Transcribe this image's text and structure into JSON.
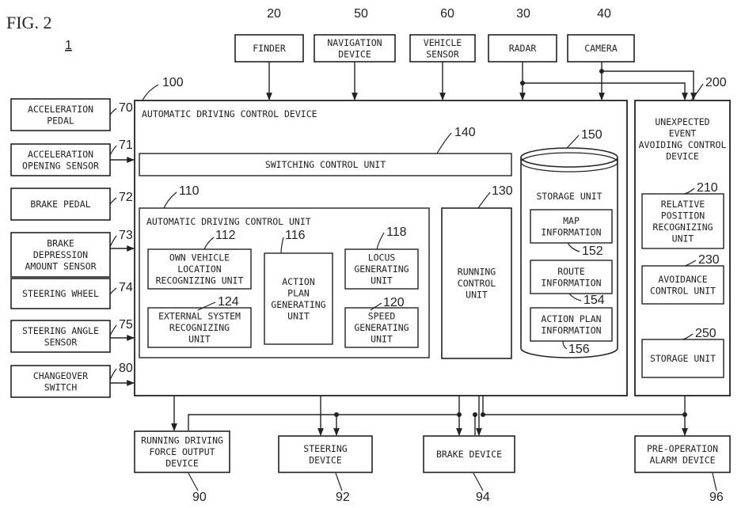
{
  "figure": {
    "title": "FIG. 2",
    "system_ref": "1"
  },
  "blocks": {
    "finder": {
      "label": [
        "FINDER"
      ],
      "ref": "20"
    },
    "navigation_device": {
      "label": [
        "NAVIGATION",
        "DEVICE"
      ],
      "ref": "50"
    },
    "vehicle_sensor": {
      "label": [
        "VEHICLE",
        "SENSOR"
      ],
      "ref": "60"
    },
    "radar": {
      "label": [
        "RADAR"
      ],
      "ref": "30"
    },
    "camera": {
      "label": [
        "CAMERA"
      ],
      "ref": "40"
    },
    "acceleration_pedal": {
      "label": [
        "ACCELERATION",
        "PEDAL"
      ],
      "ref": "70"
    },
    "acceleration_opening_sensor": {
      "label": [
        "ACCELERATION",
        "OPENING SENSOR"
      ],
      "ref": "71"
    },
    "brake_pedal": {
      "label": [
        "BRAKE PEDAL"
      ],
      "ref": "72"
    },
    "brake_depression_sensor": {
      "label": [
        "BRAKE",
        "DEPRESSION",
        "AMOUNT SENSOR"
      ],
      "ref": "73"
    },
    "steering_wheel": {
      "label": [
        "STEERING WHEEL"
      ],
      "ref": "74"
    },
    "steering_angle_sensor": {
      "label": [
        "STEERING ANGLE",
        "SENSOR"
      ],
      "ref": "75"
    },
    "changeover_switch": {
      "label": [
        "CHANGEOVER",
        "SWITCH"
      ],
      "ref": "80"
    },
    "automatic_driving_control_device": {
      "label": [
        "AUTOMATIC DRIVING CONTROL DEVICE"
      ],
      "ref": "100"
    },
    "switching_control_unit": {
      "label": [
        "SWITCHING CONTROL UNIT"
      ],
      "ref": "140"
    },
    "automatic_driving_control_unit": {
      "label": [
        "AUTOMATIC DRIVING CONTROL UNIT"
      ],
      "ref": "110"
    },
    "own_vehicle_location": {
      "label": [
        "OWN VEHICLE",
        "LOCATION",
        "RECOGNIZING UNIT"
      ],
      "ref": "112"
    },
    "external_system": {
      "label": [
        "EXTERNAL SYSTEM",
        "RECOGNIZING",
        "UNIT"
      ],
      "ref": "124"
    },
    "action_plan_generating": {
      "label": [
        "ACTION",
        "PLAN",
        "GENERATING",
        "UNIT"
      ],
      "ref": "116"
    },
    "locus_generating": {
      "label": [
        "LOCUS",
        "GENERATING",
        "UNIT"
      ],
      "ref": "118"
    },
    "speed_generating": {
      "label": [
        "SPEED",
        "GENERATING",
        "UNIT"
      ],
      "ref": "120"
    },
    "running_control_unit": {
      "label": [
        "RUNNING",
        "CONTROL",
        "UNIT"
      ],
      "ref": "130"
    },
    "storage_unit": {
      "label": [
        "STORAGE UNIT"
      ],
      "ref": "150"
    },
    "map_information": {
      "label": [
        "MAP",
        "INFORMATION"
      ],
      "ref": "152"
    },
    "route_information": {
      "label": [
        "ROUTE",
        "INFORMATION"
      ],
      "ref": "154"
    },
    "action_plan_information": {
      "label": [
        "ACTION PLAN",
        "INFORMATION"
      ],
      "ref": "156"
    },
    "unexpected_event_device": {
      "label": [
        "UNEXPECTED",
        "EVENT",
        "AVOIDING CONTROL",
        "DEVICE"
      ],
      "ref": "200"
    },
    "relative_position": {
      "label": [
        "RELATIVE",
        "POSITION",
        "RECOGNIZING",
        "UNIT"
      ],
      "ref": "210"
    },
    "avoidance_control": {
      "label": [
        "AVOIDANCE",
        "CONTROL UNIT"
      ],
      "ref": "230"
    },
    "storage_unit_200": {
      "label": [
        "STORAGE UNIT"
      ],
      "ref": "250"
    },
    "running_driving_force": {
      "label": [
        "RUNNING DRIVING",
        "FORCE OUTPUT",
        "DEVICE"
      ],
      "ref": "90"
    },
    "steering_device": {
      "label": [
        "STEERING",
        "DEVICE"
      ],
      "ref": "92"
    },
    "brake_device": {
      "label": [
        "BRAKE DEVICE"
      ],
      "ref": "94"
    },
    "pre_operation_alarm": {
      "label": [
        "PRE-OPERATION",
        "ALARM DEVICE"
      ],
      "ref": "96"
    }
  }
}
